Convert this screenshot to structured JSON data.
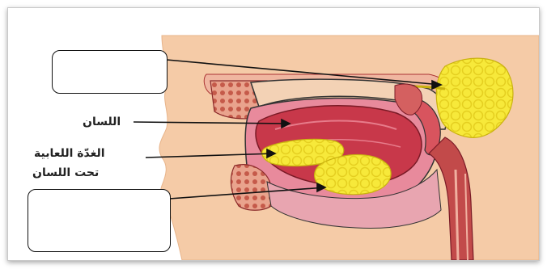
{
  "labels": {
    "tongue": "اللسان",
    "sublingual_gland_line1": "الغدّة اللعابية",
    "sublingual_gland_line2": "تحت اللسان"
  },
  "answer_boxes": {
    "top": "",
    "bottom": ""
  },
  "colors": {
    "skin": "#f5cba7",
    "bone": "#f3c9a5",
    "muscle": "#c8384a",
    "mucosa": "#e88a9c",
    "gland": "#f7e93a",
    "nasal_tissue": "#d8545e",
    "outline": "#222222"
  }
}
